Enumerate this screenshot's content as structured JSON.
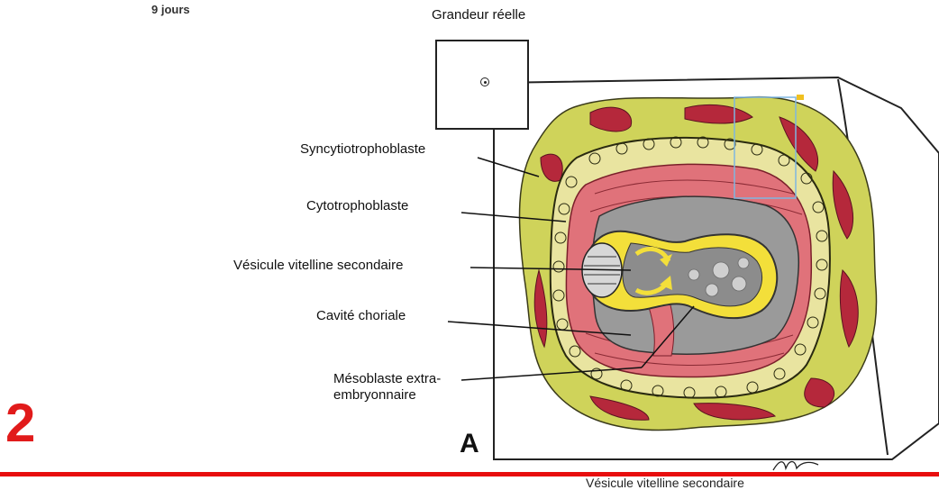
{
  "header": {
    "days": "9 jours",
    "real_size": "Grandeur réelle"
  },
  "labels": {
    "syncytiotrophoblast": "Syncytiotrophoblaste",
    "cytotrophoblast": "Cytotrophoblaste",
    "secondary_yolk_sac": "Vésicule vitelline secondaire",
    "chorionic_cavity": "Cavité choriale",
    "extraembryonic_mesoblast": "Mésoblaste extra-embryonnaire"
  },
  "slide_number": "2",
  "figure_letter": "A",
  "bottom_caption": "Vésicule vitelline secondaire",
  "signature": "MC",
  "colors": {
    "accent_red": "#e80d0d",
    "syncytio_yellow": "#cfd35a",
    "lacunae_red": "#b5283b",
    "mesoblast_pink": "#e0727a",
    "cavity_gray": "#9a9a9a",
    "yolk_yellow": "#f3df3a",
    "selection_blue": "#7fb6e0"
  }
}
